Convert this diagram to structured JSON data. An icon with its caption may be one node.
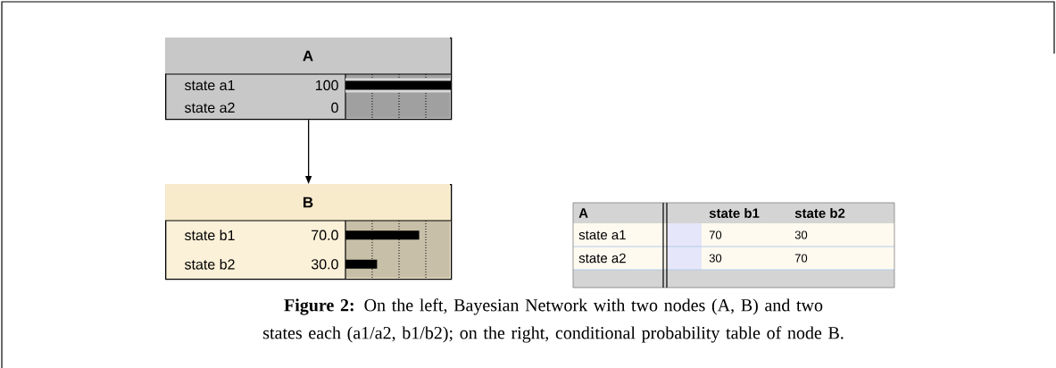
{
  "diagram": {
    "caption": "**Figure 2:** On the left, Bayesian Network with two nodes (A, B) and two states each (a1/a2, b1/b2); on the right, conditional probability table of node B.",
    "nodes": [
      {
        "text": [
          "A",
          "state a1",
          "100",
          "state a2",
          "0"
        ]
      },
      {
        "text": [
          "B",
          "state b1",
          "70.0",
          "state b2",
          "30.0"
        ]
      }
    ],
    "edges": [
      {
        "from": 0,
        "to": 1,
        "arrow": "to"
      }
    ],
    "labels": [
      "A",
      "state b1",
      "state b2",
      "state a1",
      "70",
      "30",
      "state a2",
      "30",
      "70"
    ]
  }
}
